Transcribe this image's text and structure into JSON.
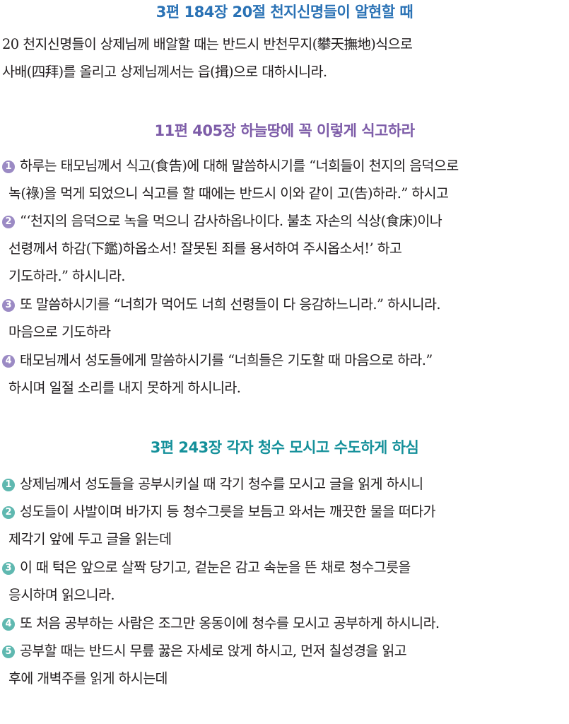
{
  "colors": {
    "heading_1": "#2a72b5",
    "heading_2": "#7d5ca8",
    "heading_3": "#14909a",
    "badge_2": "#9b8ac4",
    "badge_3": "#5fb8b0",
    "body_text": "#231f20"
  },
  "sections": [
    {
      "title": "3편 184장 20절 천지신명들이 알현할 때",
      "lines": [
        "20 천지신명들이 상제님께 배알할 때는 반드시 반천무지(攀天撫地)식으로",
        "사배(四拜)를 올리고 상제님께서는 읍(揖)으로 대하시니라."
      ]
    },
    {
      "title": "11편 405장 하늘땅에 꼭 이렇게 식고하라",
      "items": [
        {
          "number": "1",
          "lines": [
            "하루는 태모님께서 식고(食告)에 대해 말씀하시기를 “너희들이 천지의 음덕으로",
            "녹(祿)을 먹게 되었으니 식고를 할 때에는 반드시 이와 같이 고(告)하라.” 하시고"
          ]
        },
        {
          "number": "2",
          "lines": [
            "“‘천지의 음덕으로 녹을 먹으니 감사하옵나이다. 불초 자손의 식상(食床)이나",
            "선령께서 하감(下鑑)하옵소서! 잘못된 죄를 용서하여 주시옵소서!’ 하고",
            "기도하라.” 하시니라."
          ]
        },
        {
          "number": "3",
          "lines": [
            "또 말씀하시기를 “너희가 먹어도 너희 선령들이 다 응감하느니라.” 하시니라.",
            "마음으로 기도하라"
          ]
        },
        {
          "number": "4",
          "lines": [
            "태모님께서 성도들에게 말씀하시기를 “너희들은 기도할 때 마음으로 하라.”",
            "하시며 일절 소리를 내지 못하게 하시니라."
          ]
        }
      ]
    },
    {
      "title": "3편 243장 각자 청수 모시고 수도하게 하심",
      "items": [
        {
          "number": "1",
          "lines": [
            "상제님께서 성도들을 공부시키실 때 각기 청수를 모시고 글을 읽게 하시니"
          ]
        },
        {
          "number": "2",
          "lines": [
            "성도들이 사발이며 바가지 등 청수그릇을 보듬고 와서는 깨끗한 물을 떠다가",
            "제각기 앞에 두고 글을 읽는데"
          ]
        },
        {
          "number": "3",
          "lines": [
            "이 때 턱은 앞으로 살짝 당기고, 겉눈은 감고 속눈을 뜬 채로 청수그릇을",
            "응시하며 읽으니라."
          ]
        },
        {
          "number": "4",
          "lines": [
            "또 처음 공부하는 사람은 조그만 옹동이에 청수를 모시고 공부하게 하시니라."
          ]
        },
        {
          "number": "5",
          "lines": [
            "공부할 때는 반드시 무릎 꿇은 자세로 앉게 하시고, 먼저 칠성경을 읽고",
            "후에 개벽주를 읽게 하시는데"
          ]
        }
      ]
    }
  ]
}
